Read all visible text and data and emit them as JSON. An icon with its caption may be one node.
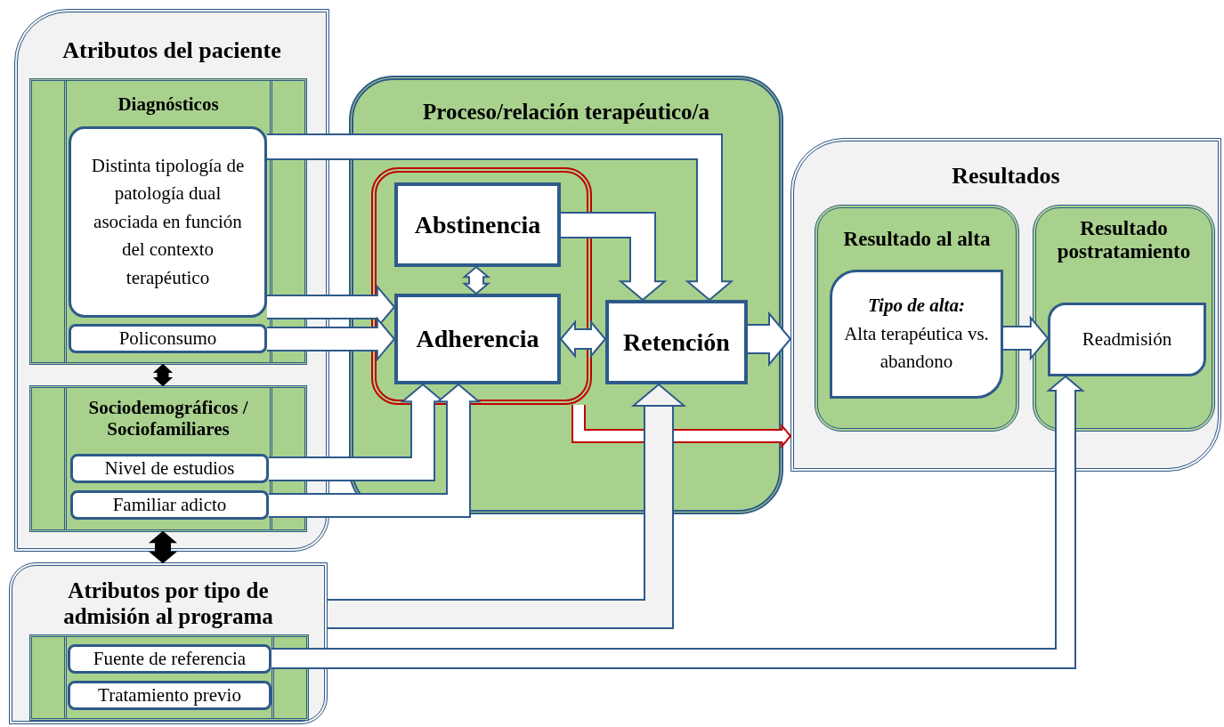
{
  "diagram": {
    "nodes": [
      {
        "text": [
          "Atributos del paciente"
        ]
      },
      {
        "text": [
          "Diagnósticos"
        ],
        "in": 0
      },
      {
        "text": [
          "Distinta tipología de patología dual asociada en función del contexto terapéutico"
        ],
        "in": 1
      },
      {
        "text": [
          "Policonsumo"
        ],
        "in": 1
      },
      {
        "text": [
          "Sociodemográficos / Sociofamiliares"
        ],
        "in": 0
      },
      {
        "text": [
          "Nivel de estudios"
        ],
        "in": 4
      },
      {
        "text": [
          "Familiar adicto"
        ],
        "in": 4
      },
      {
        "text": [
          "Atributos por tipo de admisión al programa"
        ]
      },
      {
        "text": [],
        "shape": "box",
        "in": 7
      },
      {
        "text": [
          "Fuente de referencia"
        ],
        "in": 8
      },
      {
        "text": [
          "Tratamiento previo"
        ],
        "in": 8
      },
      {
        "text": [
          "Proceso/relación terapéutico/a"
        ]
      },
      {
        "text": [],
        "shape": "box",
        "in": 11
      },
      {
        "text": [
          "Abstinencia"
        ],
        "in": 12
      },
      {
        "text": [
          "Adherencia"
        ],
        "in": 12
      },
      {
        "text": [
          "Retención"
        ],
        "in": 11
      },
      {
        "text": [
          "Resultados"
        ]
      },
      {
        "text": [
          "Resultado al alta"
        ],
        "in": 16
      },
      {
        "text": [
          "Tipo de alta:",
          "Alta terapéutica vs. abandono"
        ],
        "in": 17
      },
      {
        "text": [
          "Resultado postratamiento"
        ],
        "in": 16
      },
      {
        "text": [
          "Readmisión"
        ],
        "in": 19
      }
    ],
    "edges": [
      {
        "from": 2,
        "to": 15,
        "arrow": "to"
      },
      {
        "from": 2,
        "to": 14,
        "arrow": "to"
      },
      {
        "from": 3,
        "to": 14,
        "arrow": "to"
      },
      {
        "from": 5,
        "to": 14,
        "arrow": "to"
      },
      {
        "from": 6,
        "to": 14,
        "arrow": "to"
      },
      {
        "from": 13,
        "to": 15,
        "arrow": "to"
      },
      {
        "from": 13,
        "to": 14,
        "arrow": "both"
      },
      {
        "from": 14,
        "to": 15,
        "arrow": "both"
      },
      {
        "from": 15,
        "to": 16,
        "arrow": "to"
      },
      {
        "from": 12,
        "to": 16,
        "arrow": "to",
        "color": "#c00000"
      },
      {
        "from": 7,
        "to": 15,
        "arrow": "to",
        "color": "#f2f2f2"
      },
      {
        "from": 9,
        "to": 20,
        "arrow": "to"
      },
      {
        "from": 18,
        "to": 20,
        "arrow": "to"
      },
      {
        "from": 1,
        "to": 4,
        "arrow": "both",
        "color": "#000000"
      },
      {
        "from": 4,
        "to": 7,
        "arrow": "both",
        "color": "#000000"
      }
    ]
  }
}
